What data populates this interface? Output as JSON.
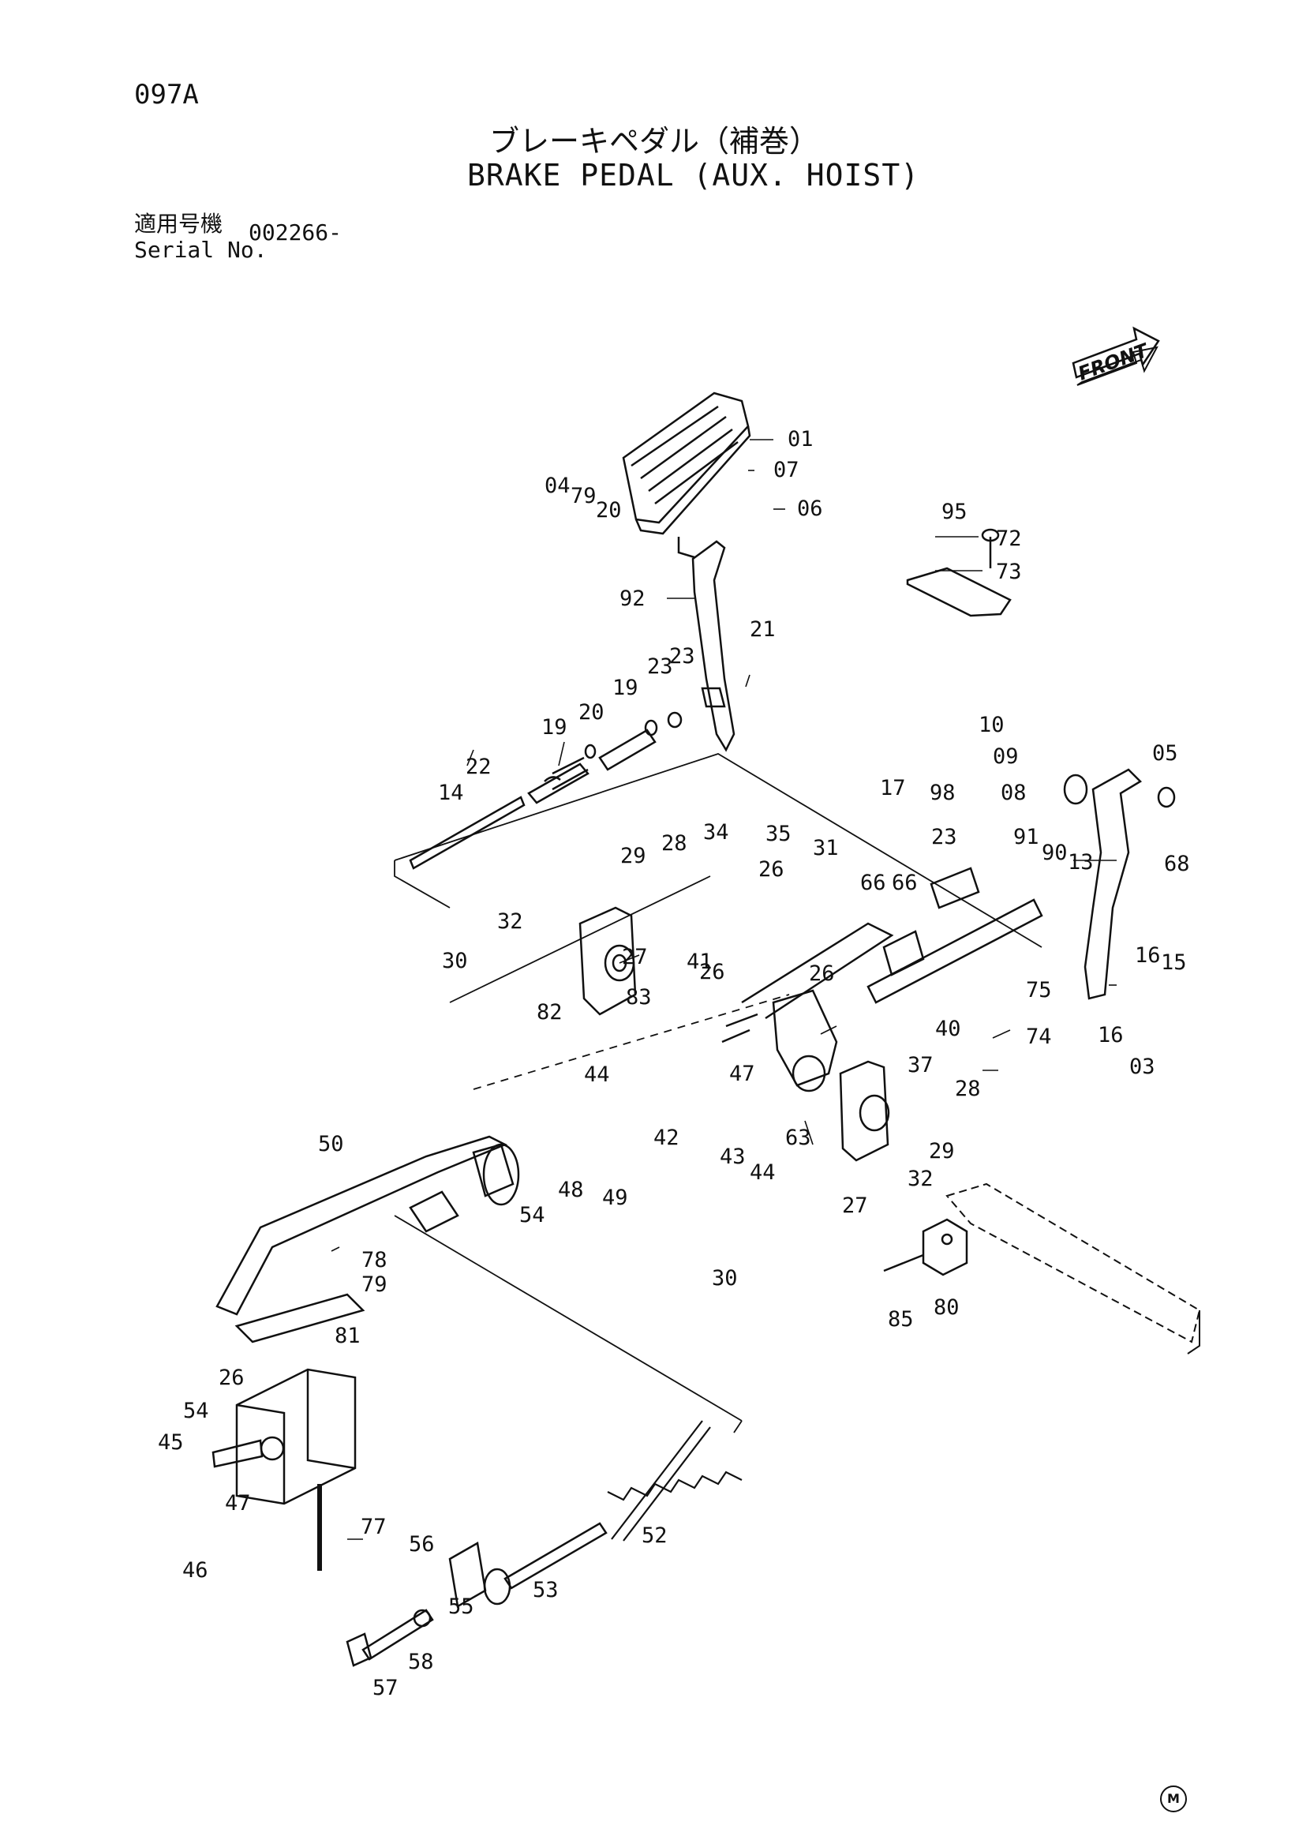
{
  "header": {
    "page_code": "097A",
    "title_jp": "ブレーキペダル（補巻）",
    "title_en": "BRAKE PEDAL (AUX. HOIST)",
    "serial_label_jp": "適用号機",
    "serial_label_en": "Serial No.",
    "serial_value": "002266-"
  },
  "front_label": "FRONT",
  "marker": "M",
  "part_labels": [
    "01",
    "07",
    "06",
    "04",
    "79",
    "20",
    "95",
    "72",
    "73",
    "92",
    "21",
    "23",
    "23",
    "19",
    "20",
    "19",
    "22",
    "14",
    "10",
    "09",
    "05",
    "08",
    "98",
    "17",
    "23",
    "91",
    "90",
    "13",
    "68",
    "34",
    "35",
    "28",
    "29",
    "31",
    "26",
    "66",
    "66",
    "32",
    "27",
    "41",
    "26",
    "26",
    "30",
    "16",
    "15",
    "75",
    "16",
    "03",
    "82",
    "83",
    "40",
    "74",
    "37",
    "44",
    "47",
    "28",
    "63",
    "29",
    "42",
    "43",
    "44",
    "32",
    "50",
    "48",
    "49",
    "54",
    "27",
    "78",
    "79",
    "30",
    "80",
    "85",
    "81",
    "26",
    "54",
    "45",
    "47",
    "46",
    "77",
    "52",
    "56",
    "53",
    "55",
    "57",
    "58"
  ]
}
